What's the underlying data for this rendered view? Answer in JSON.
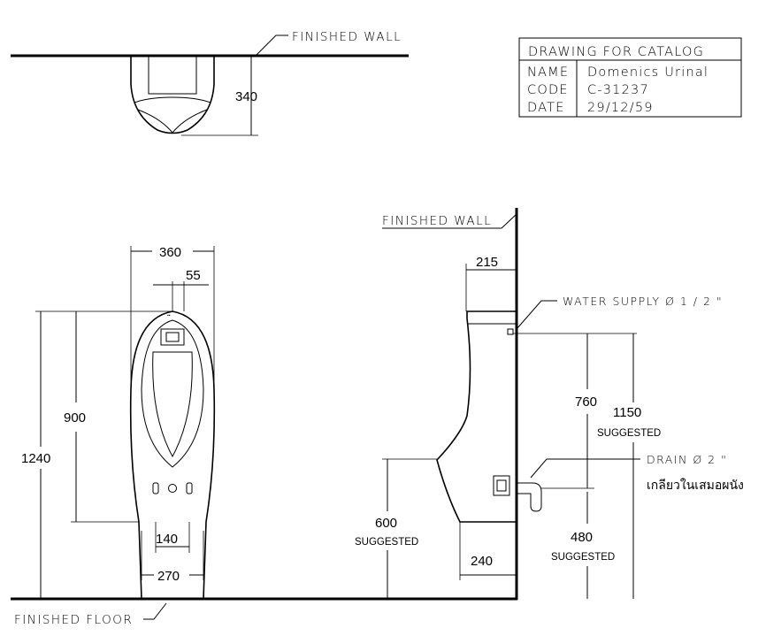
{
  "title_block": {
    "heading": "DRAWING FOR CATALOG",
    "name_label": "NAME",
    "name_value": "Domenics Urinal",
    "code_label": "CODE",
    "code_value": "C-31237",
    "date_label": "DATE",
    "date_value": "29/12/59"
  },
  "labels": {
    "finished_wall_top": "FINISHED WALL",
    "finished_wall_side": "FINISHED WALL",
    "finished_floor": "FINISHED FLOOR",
    "water_supply": "WATER SUPPLY  Ø 1 / 2 \"",
    "drain": "DRAIN Ø 2 \"",
    "drain_thai": "เกลียวในเสมอผนัง",
    "suggested_600": "SUGGESTED",
    "suggested_480": "SUGGESTED",
    "suggested_1150": "SUGGESTED"
  },
  "dimensions": {
    "top_depth": "340",
    "front_width": "360",
    "outlet_offset": "55",
    "body_height": "900",
    "total_height": "1240",
    "hole_spacing": "140",
    "base_width": "270",
    "side_depth": "215",
    "supply_to_drain": "760",
    "supply_height": "1150",
    "rim_height": "600",
    "drain_height": "480",
    "base_depth": "240"
  }
}
